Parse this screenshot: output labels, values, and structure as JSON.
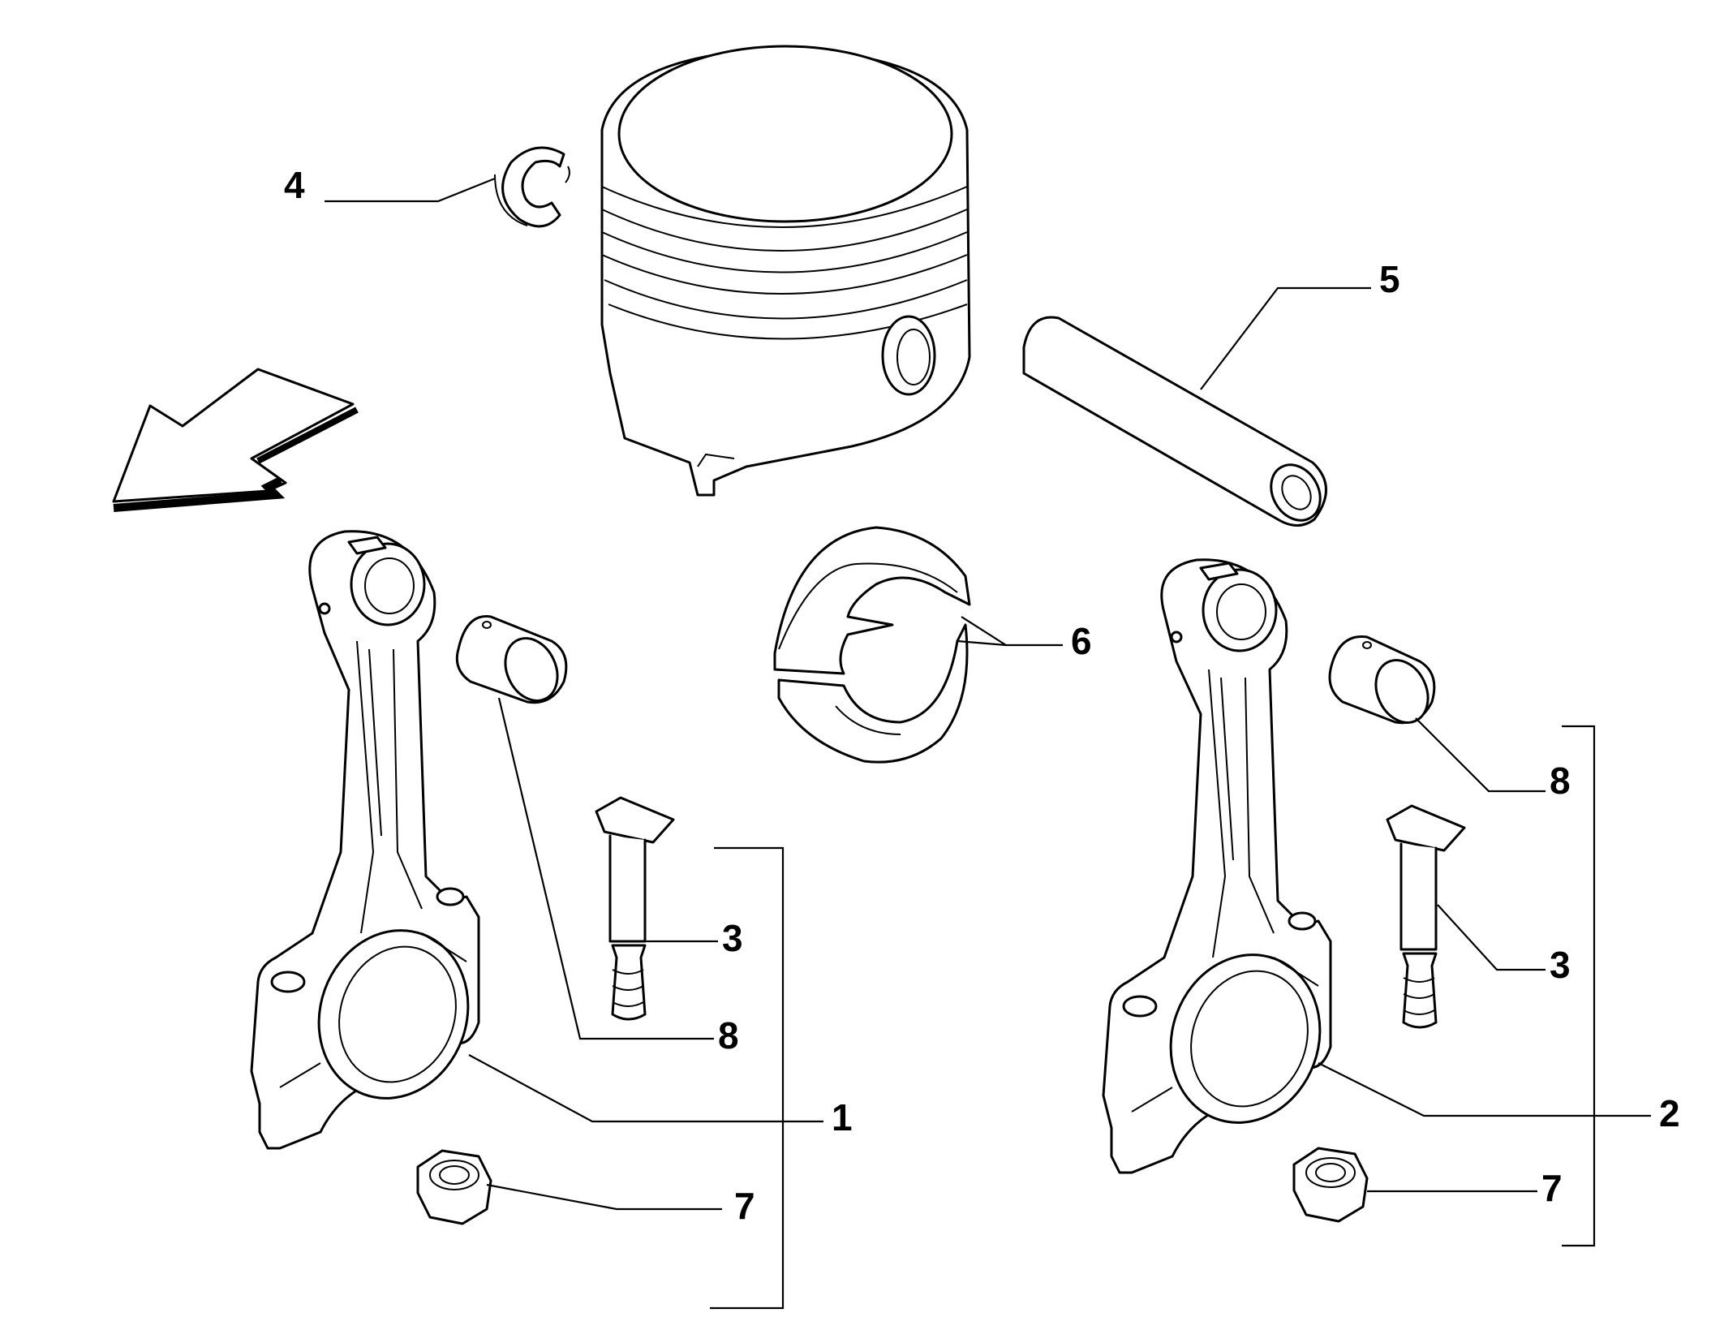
{
  "callouts": {
    "c1": "1",
    "c2": "2",
    "c3a": "3",
    "c3b": "3",
    "c4": "4",
    "c5": "5",
    "c6": "6",
    "c7a": "7",
    "c7b": "7",
    "c8a": "8",
    "c8b": "8"
  },
  "colors": {
    "line": "#000000",
    "background": "#ffffff"
  },
  "icons": {
    "direction_arrow": "front-direction-arrow-icon"
  }
}
